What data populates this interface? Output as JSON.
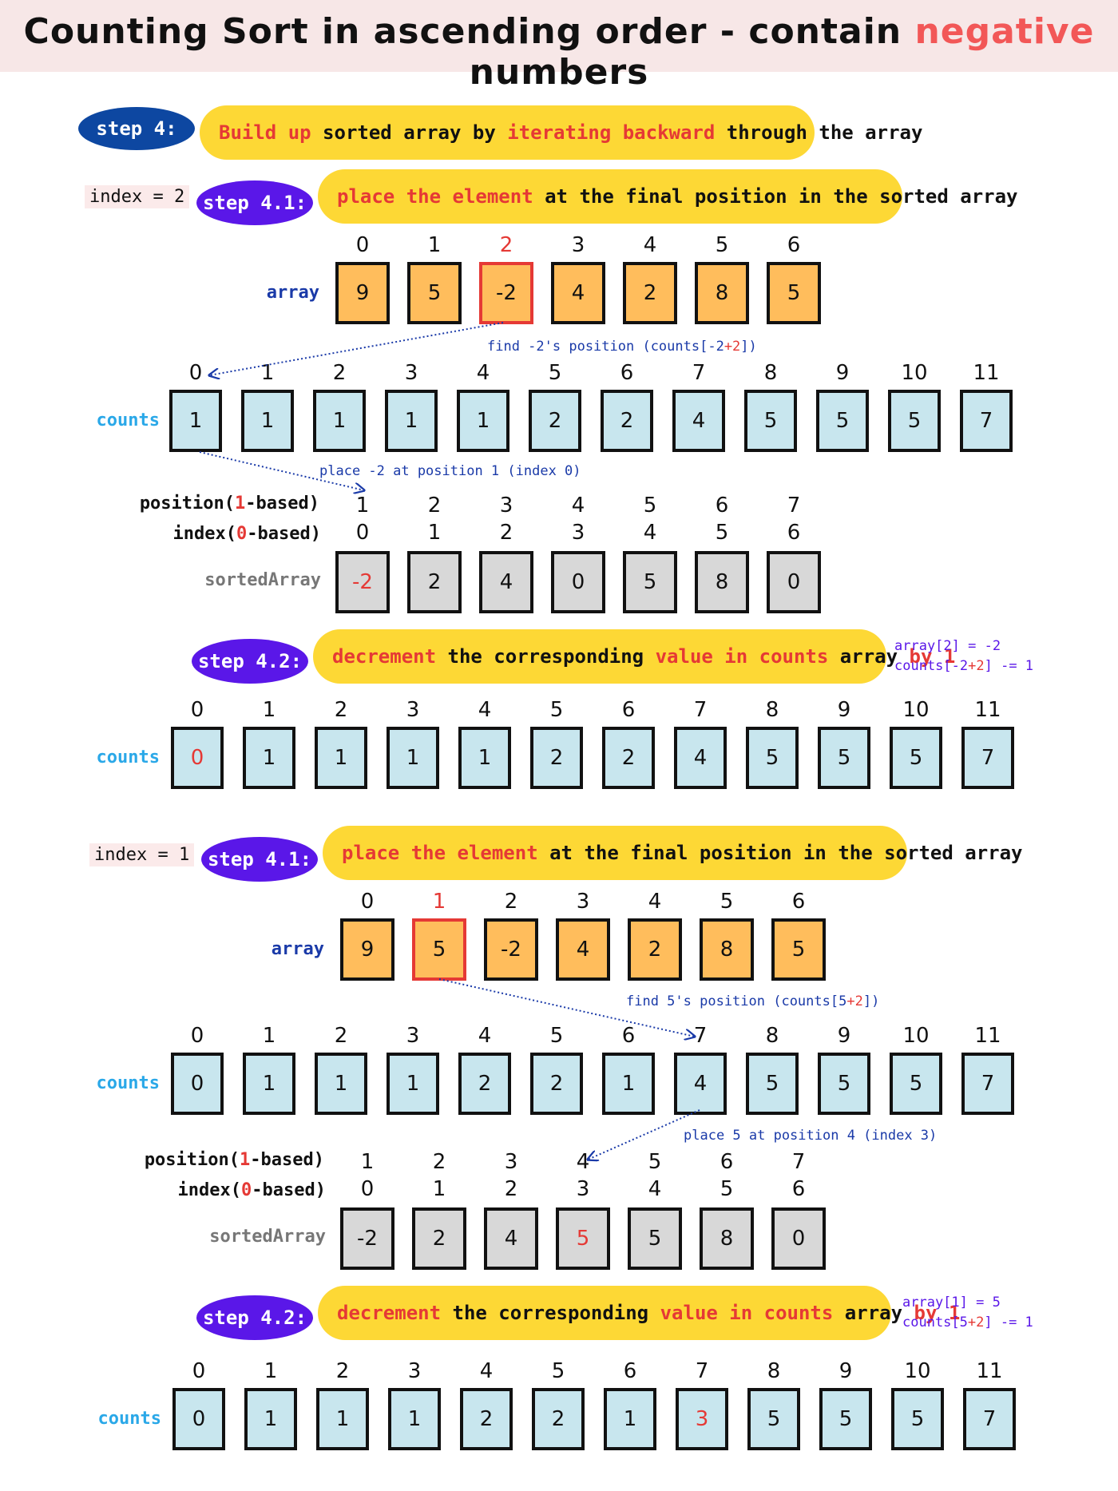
{
  "title": {
    "main": "Counting Sort in ascending order - contain",
    "highlight": "negative",
    "tail": "numbers"
  },
  "step4": {
    "badge": "step 4:",
    "pill": {
      "p1": "Build up",
      "p2": " sorted array by ",
      "p3": "iterating backward",
      "p4": " through the array"
    }
  },
  "labels": {
    "array": "array",
    "counts": "counts",
    "sorted": "sortedArray",
    "pos_prefix": "position(",
    "pos_num": "1",
    "pos_suffix": "-based)",
    "idx_prefix": "index(",
    "idx_num": "0",
    "idx_suffix": "-based)"
  },
  "step41_label": "step 4.1:",
  "step41_pill": {
    "p1": "place the element",
    "p2": " at the final position in the sorted array"
  },
  "step42_label": "step 4.2:",
  "step42_pill": {
    "p1": "decrement",
    "p2": " the corresponding ",
    "p3": "value in counts",
    "p4": " array ",
    "p5": "by 1"
  },
  "positions_1based": [
    "1",
    "2",
    "3",
    "4",
    "5",
    "6",
    "7"
  ],
  "indices_0based": [
    "0",
    "1",
    "2",
    "3",
    "4",
    "5",
    "6"
  ],
  "array_indices": [
    "0",
    "1",
    "2",
    "3",
    "4",
    "5",
    "6"
  ],
  "counts_indices": [
    "0",
    "1",
    "2",
    "3",
    "4",
    "5",
    "6",
    "7",
    "8",
    "9",
    "10",
    "11"
  ],
  "array_values": [
    "9",
    "5",
    "-2",
    "4",
    "2",
    "8",
    "5"
  ],
  "section1": {
    "index_label": "index = 2",
    "counts_before": [
      "1",
      "1",
      "1",
      "1",
      "1",
      "2",
      "2",
      "4",
      "5",
      "5",
      "5",
      "7"
    ],
    "sorted": [
      "-2",
      "2",
      "4",
      "0",
      "5",
      "8",
      "0"
    ],
    "find_note": {
      "a": "find -2's position (counts[-2",
      "b": "+2",
      "c": "])"
    },
    "place_note": "place -2 at position 1 (index 0)",
    "side": {
      "line1": "array[2] = -2",
      "line2a": "counts[-2",
      "line2b": "+2",
      "line2c": "] -= 1"
    },
    "counts_after": [
      "0",
      "1",
      "1",
      "1",
      "1",
      "2",
      "2",
      "4",
      "5",
      "5",
      "5",
      "7"
    ]
  },
  "section2": {
    "index_label": "index = 1",
    "counts_before": [
      "0",
      "1",
      "1",
      "1",
      "2",
      "2",
      "1",
      "4",
      "5",
      "5",
      "5",
      "7"
    ],
    "sorted": [
      "-2",
      "2",
      "4",
      "5",
      "5",
      "8",
      "0"
    ],
    "find_note": {
      "a": "find 5's position (counts[5",
      "b": "+2",
      "c": "])"
    },
    "place_note": "place 5 at position 4 (index 3)",
    "side": {
      "line1": "array[1] = 5",
      "line2a": "counts[5",
      "line2b": "+2",
      "line2c": "] -= 1"
    },
    "counts_after": [
      "0",
      "1",
      "1",
      "1",
      "2",
      "2",
      "1",
      "3",
      "5",
      "5",
      "5",
      "7"
    ]
  }
}
